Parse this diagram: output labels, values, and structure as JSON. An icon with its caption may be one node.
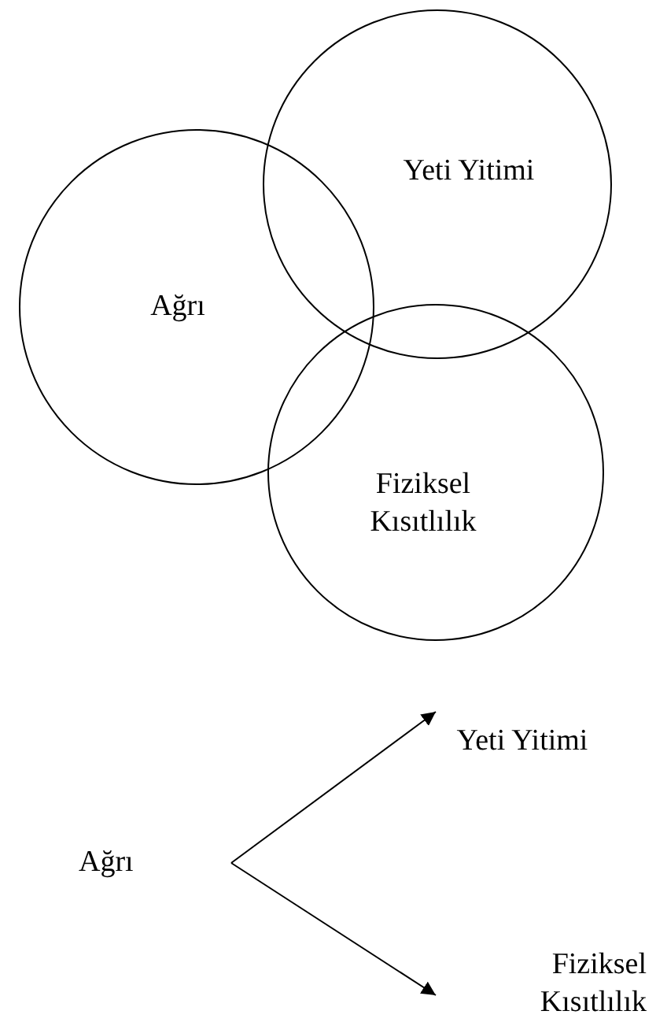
{
  "diagram": {
    "nodes": [
      {
        "text": [
          "Ağrı"
        ]
      },
      {
        "text": [
          "Yeti Yitimi"
        ]
      },
      {
        "text": [
          "Fiziksel Kısıtlılık"
        ]
      },
      {
        "text": [
          "Ağrı"
        ]
      },
      {
        "text": [
          "Yeti Yitimi"
        ]
      },
      {
        "text": [
          "Fiziksel Kısıtlılık"
        ]
      }
    ],
    "edges": [
      {
        "from": 3,
        "to": 4,
        "arrow": "to"
      },
      {
        "from": 3,
        "to": 5,
        "arrow": "to"
      }
    ]
  }
}
